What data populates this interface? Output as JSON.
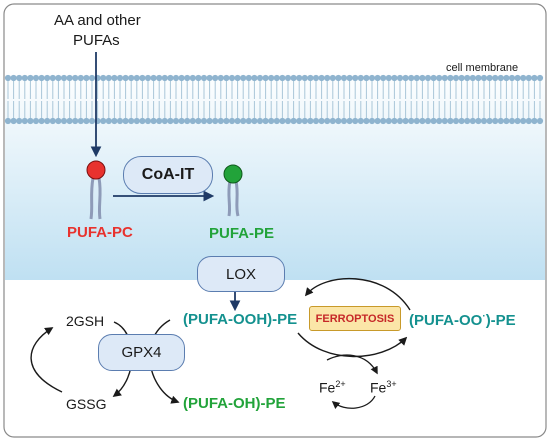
{
  "labels": {
    "aa": "AA and other",
    "pufas": "PUFAs",
    "cell_membrane": "cell membrane",
    "pufa_pc": "PUFA-PC",
    "pufa_pe": "PUFA-PE",
    "pufa_ooh_pe": "(PUFA-OOH)-PE",
    "pufa_oo_pe_prefix": "(PUFA-OO",
    "pufa_oo_pe_sup": "·",
    "pufa_oo_pe_suffix": ")-PE",
    "gsh": "2GSH",
    "gssg": "GSSG",
    "pufa_oh_pe": "(PUFA-OH)-PE",
    "fe2": "Fe",
    "fe2_sup": "2+",
    "fe3": "Fe",
    "fe3_sup": "3+"
  },
  "nodes": {
    "coa_it": "CoA-IT",
    "lox": "LOX",
    "gpx4": "GPX4",
    "ferroptosis": "FERROPTOSIS"
  },
  "colors": {
    "pc_red": "#e8322e",
    "pe_green": "#22a33a",
    "teal": "#14918f",
    "arrow_navy": "#1f3a66",
    "membrane_blue": "#bfe0f2",
    "node_fill": "#dde9f7",
    "ferroptosis_fill": "#fbe6a8",
    "ferroptosis_text": "#c62828"
  }
}
